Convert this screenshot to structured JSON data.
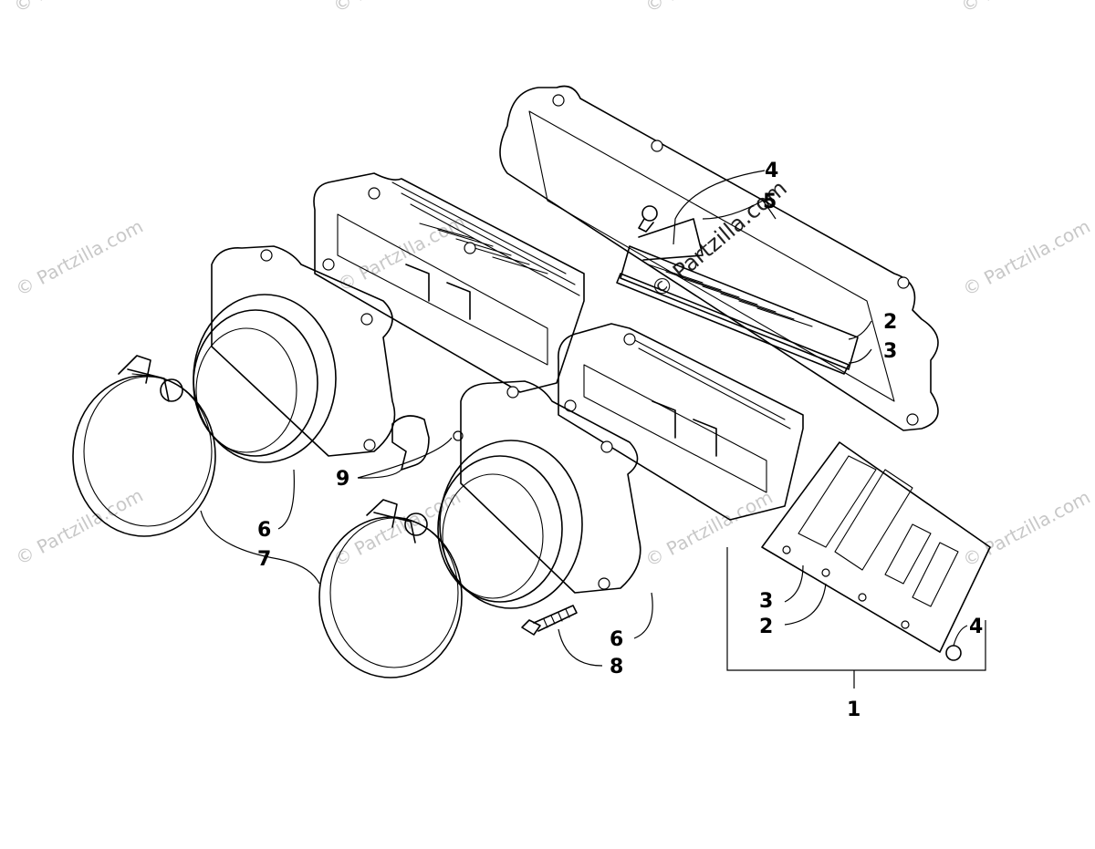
{
  "watermarks": {
    "text": "© Partzilla.com",
    "center_text": "© Partzilla.com"
  },
  "callouts": {
    "assembly": "1",
    "reed_upper": "2",
    "stopper_upper": "3",
    "screw_upper": "4",
    "gasket": "5",
    "boot_left": "6",
    "clamps": "7",
    "bolt": "8",
    "bracket": "9",
    "stopper_lower": "3",
    "reed_lower": "2",
    "screw_lower": "4",
    "boot_right": "6"
  },
  "colors": {
    "ink": "#000000",
    "watermark": "#c8c8c8",
    "background": "#ffffff"
  }
}
